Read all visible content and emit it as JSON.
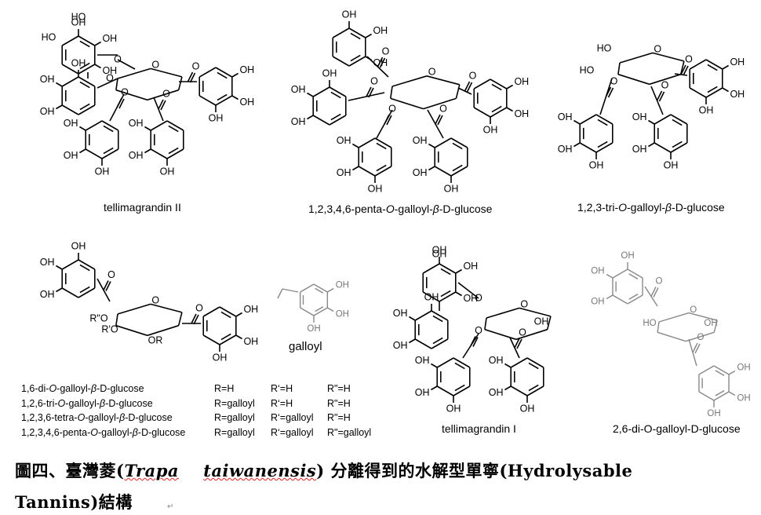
{
  "compounds": [
    {
      "id": "tellimagrandin-2",
      "name": "tellimagrandin II"
    },
    {
      "id": "pentagalloyl-glucose",
      "name": "1,2,3,4,6-penta-O-galloyl-β-D-glucose"
    },
    {
      "id": "trigalloyl-glucose-123",
      "name": "1,2,3-tri-O-galloyl-β-D-glucose"
    },
    {
      "id": "galloyl",
      "name": "galloyl"
    },
    {
      "id": "tellimagrandin-1",
      "name": "tellimagrandin I"
    },
    {
      "id": "digalloyl-glucose-26",
      "name": "2,6-di-O-galloyl-D-glucose"
    }
  ],
  "labels": {
    "tellimagrandin2": [
      "tellimagrandin II"
    ],
    "penta": [
      "1,2,3,4,6-penta-",
      "O",
      "-galloyl-",
      "β",
      "-D-glucose"
    ],
    "tri123": [
      "1,2,3-tri-",
      "O",
      "-galloyl-",
      "β",
      "-D-glucose"
    ],
    "galloyl": "galloyl",
    "tellimagrandin1": "tellimagrandin I",
    "digalloyl": "2,6-di-O-galloyl-D-glucose"
  },
  "substituent_table": [
    {
      "name": [
        "1,6-di-",
        "O",
        "-galloyl-",
        "β",
        "-D-glucose"
      ],
      "R": "R=H",
      "R1": "R‘=H",
      "R2": "R\"=H"
    },
    {
      "name": [
        "1,2,6-tri-",
        "O",
        "-galloyl-",
        "β",
        "-D-glucose"
      ],
      "R": "R=galloyl",
      "R1": "R‘=H",
      "R2": "R\"=H"
    },
    {
      "name": [
        "1,2,3,6-tetra-",
        "O",
        "-galloyl-",
        "β",
        "-D-glucose"
      ],
      "R": "R=galloyl",
      "R1": "R‘=galloyl",
      "R2": "R\"=H"
    },
    {
      "name": [
        "1,2,3,4,6-penta-",
        "O",
        "-galloyl-",
        "β",
        "-D-glucose"
      ],
      "R": "R=galloyl",
      "R1": "R‘=galloyl",
      "R2": "R\"=galloyl"
    }
  ],
  "caption": {
    "prefix": "圖四、臺灣菱(",
    "genus": "Trapa",
    "species": "taiwanensis",
    "suffix": ") 分離得到的水解型單寧(Hydrolysable",
    "line2": "Tannins)結構",
    "return_mark": "↵"
  }
}
